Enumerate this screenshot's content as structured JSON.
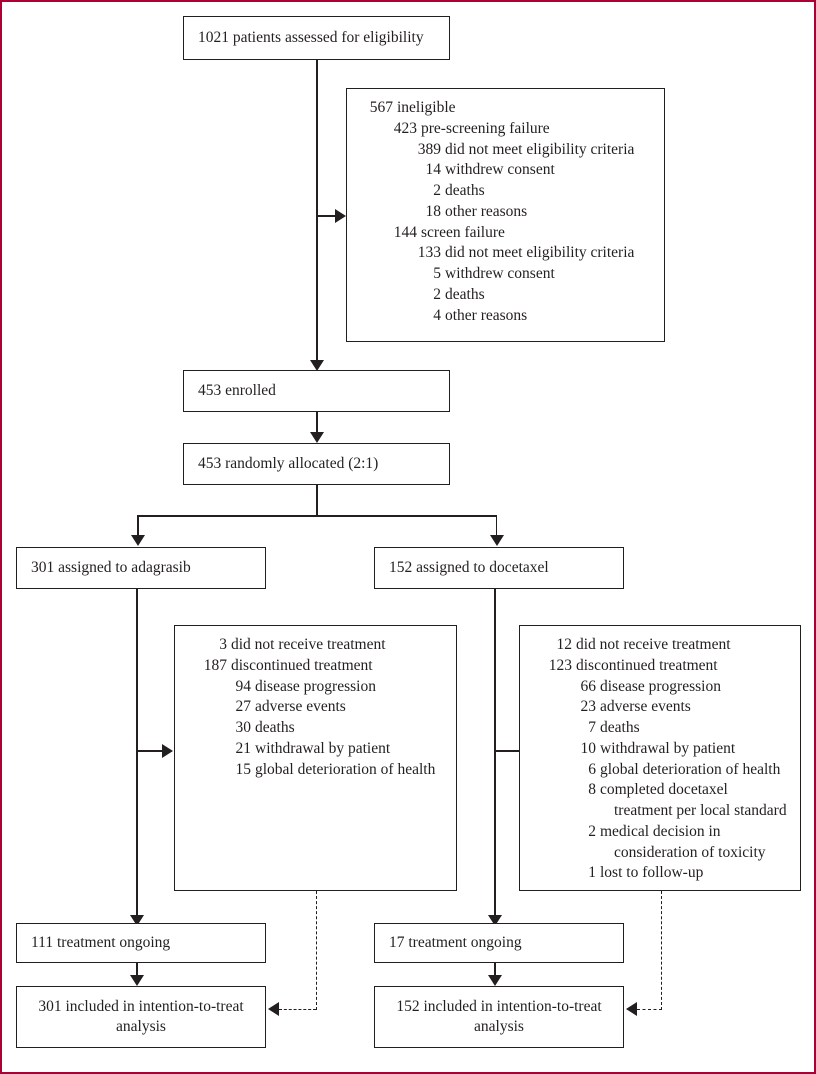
{
  "figure": {
    "type": "consort-flow-diagram",
    "border_color": "#ab0033",
    "text_color": "#231f20"
  },
  "nodes": {
    "assessed": {
      "label": "1021 patients assessed for eligibility"
    },
    "enrolled": {
      "label": "453 enrolled"
    },
    "randomised": {
      "label": "453 randomly allocated (2:1)"
    },
    "assigned_adagrasib": {
      "label": "301 assigned to adagrasib"
    },
    "assigned_docetaxel": {
      "label": "152 assigned to docetaxel"
    },
    "ongoing_adagrasib": {
      "label": "111 treatment ongoing"
    },
    "ongoing_docetaxel": {
      "label": "17 treatment ongoing"
    },
    "itt_adagrasib": {
      "label": "301 included in intention-to-treat analysis"
    },
    "itt_docetaxel": {
      "label": "152 included in intention-to-treat analysis"
    }
  },
  "ineligible_box": {
    "items": [
      {
        "num": "567",
        "text": "ineligible",
        "indent": 0
      },
      {
        "num": "423",
        "text": "pre-screening failure",
        "indent": 1
      },
      {
        "num": "389",
        "text": "did not meet eligibility criteria",
        "indent": 2
      },
      {
        "num": "14",
        "text": "withdrew consent",
        "indent": 2
      },
      {
        "num": "2",
        "text": "deaths",
        "indent": 2
      },
      {
        "num": "18",
        "text": "other reasons",
        "indent": 2
      },
      {
        "num": "144",
        "text": "screen failure",
        "indent": 1
      },
      {
        "num": "133",
        "text": "did not meet eligibility criteria",
        "indent": 2
      },
      {
        "num": "5",
        "text": "withdrew consent",
        "indent": 2
      },
      {
        "num": "2",
        "text": "deaths",
        "indent": 2
      },
      {
        "num": "4",
        "text": "other reasons",
        "indent": 2
      }
    ]
  },
  "adagrasib_discontinuation_box": {
    "items": [
      {
        "num": "3",
        "text": "did not receive treatment",
        "cont": "",
        "indent": 0
      },
      {
        "num": "187",
        "text": "discontinued treatment",
        "cont": "",
        "indent": 0
      },
      {
        "num": "94",
        "text": "disease progression",
        "cont": "",
        "indent": 1
      },
      {
        "num": "27",
        "text": "adverse events",
        "cont": "",
        "indent": 1
      },
      {
        "num": "30",
        "text": "deaths",
        "cont": "",
        "indent": 1
      },
      {
        "num": "21",
        "text": "withdrawal by patient",
        "cont": "",
        "indent": 1
      },
      {
        "num": "15",
        "text": "global deterioration of health",
        "cont": "",
        "indent": 1
      }
    ]
  },
  "docetaxel_discontinuation_box": {
    "items": [
      {
        "num": "12",
        "text": "did not receive treatment",
        "cont": "",
        "indent": 0
      },
      {
        "num": "123",
        "text": "discontinued treatment",
        "cont": "",
        "indent": 0
      },
      {
        "num": "66",
        "text": "disease progression",
        "cont": "",
        "indent": 1
      },
      {
        "num": "23",
        "text": "adverse events",
        "cont": "",
        "indent": 1
      },
      {
        "num": "7",
        "text": "deaths",
        "cont": "",
        "indent": 1
      },
      {
        "num": "10",
        "text": "withdrawal by patient",
        "cont": "",
        "indent": 1
      },
      {
        "num": "6",
        "text": "global deterioration of health",
        "cont": "",
        "indent": 1
      },
      {
        "num": "8",
        "text": "completed docetaxel",
        "cont": "treatment per local standard",
        "indent": 1
      },
      {
        "num": "2",
        "text": "medical decision in",
        "cont": "consideration of toxicity",
        "indent": 1
      },
      {
        "num": "1",
        "text": "lost to follow-up",
        "cont": "",
        "indent": 1
      }
    ]
  }
}
